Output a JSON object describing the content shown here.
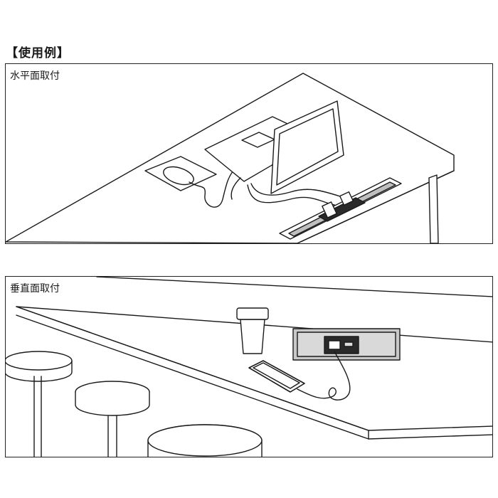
{
  "heading": "【使用例】",
  "panels": [
    {
      "label": "水平面取付"
    },
    {
      "label": "垂直面取付"
    }
  ]
}
